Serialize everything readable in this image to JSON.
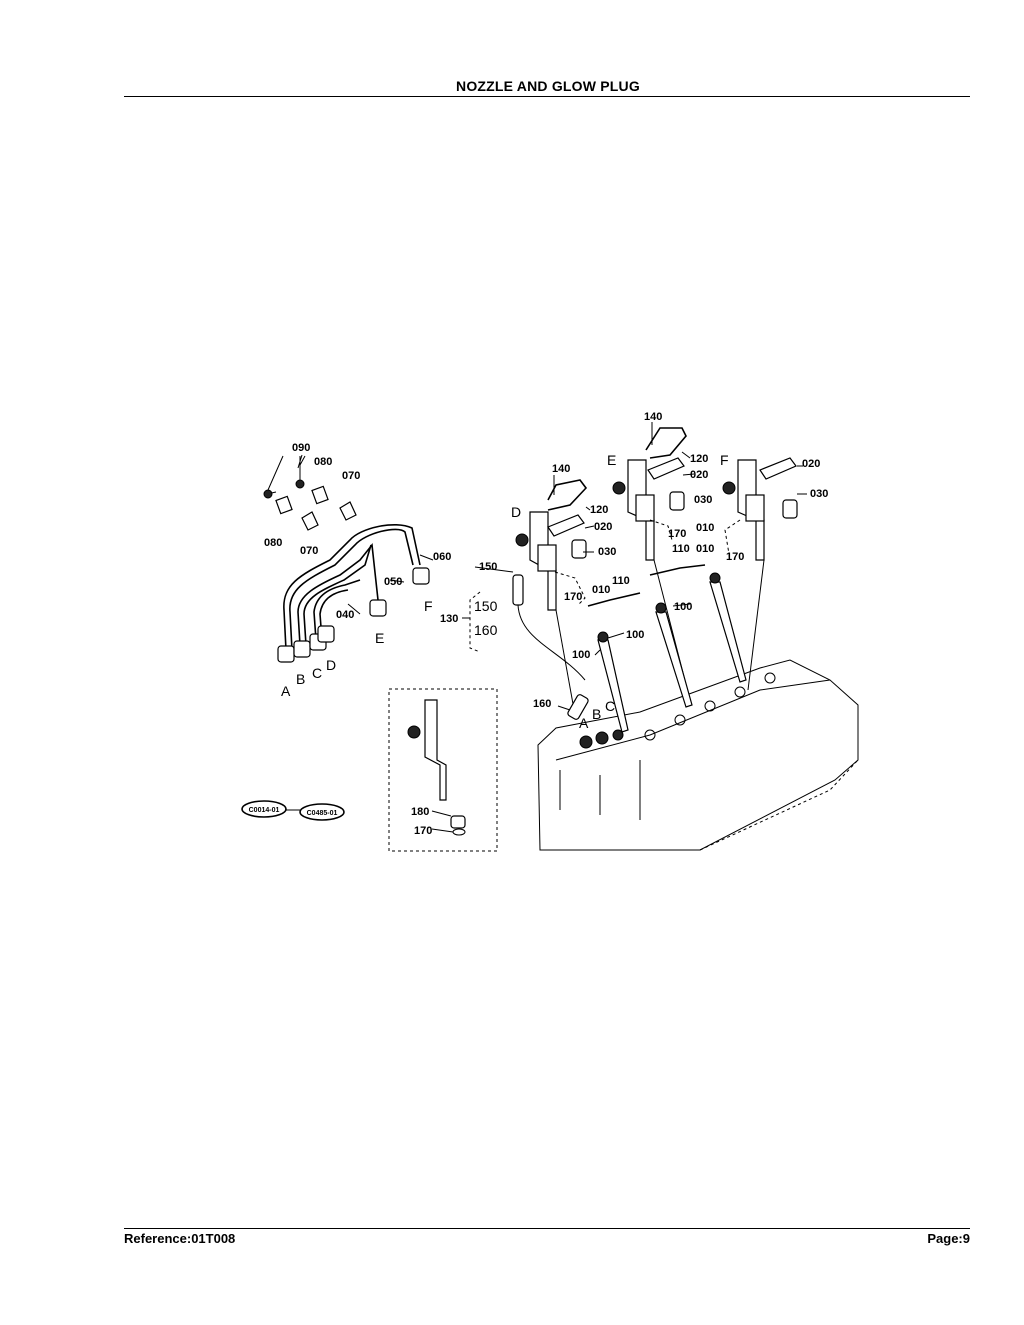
{
  "header": {
    "title": "NOZZLE AND GLOW PLUG"
  },
  "footer": {
    "reference": "Reference:01T008",
    "page": "Page:9"
  },
  "callouts": {
    "c140a": "140",
    "c120a": "120",
    "c020a": "020",
    "c030a": "030",
    "c020b": "020",
    "c030b": "030",
    "c140b": "140",
    "c120b": "120",
    "c020c": "020",
    "c030c": "030",
    "c170a": "170",
    "c010a": "010",
    "c110a": "110",
    "c010b": "010",
    "c170b": "170",
    "c150": "150",
    "c110b": "110",
    "c010c": "010",
    "c170c": "170",
    "c130": "130",
    "c100a": "100",
    "c100b": "100",
    "c100c": "100",
    "c160": "160",
    "c090": "090",
    "c080a": "080",
    "c070a": "070",
    "c080b": "080",
    "c070b": "070",
    "c060": "060",
    "c050": "050",
    "c040": "040",
    "c180": "180",
    "c170d": "170"
  },
  "handwritten": {
    "bracket_150": "150",
    "bracket_160": "160",
    "pipe_A": "A",
    "pipe_B": "B",
    "pipe_C": "C",
    "pipe_D": "D",
    "pipe_E": "E",
    "pipe_F": "F",
    "nozzle_D": "D",
    "nozzle_E": "E",
    "nozzle_F": "F",
    "head_A": "A",
    "head_B": "B",
    "head_C": "C"
  },
  "oval_codes": {
    "left": "C0014-01",
    "right": "C0485-01"
  }
}
